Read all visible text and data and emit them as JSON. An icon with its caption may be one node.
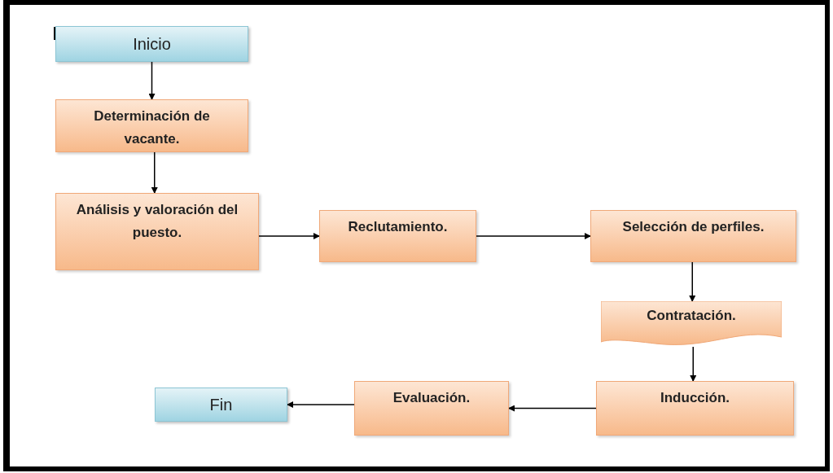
{
  "diagram": {
    "nodes": [
      {
        "text": [
          "Inicio"
        ]
      },
      {
        "text": [
          "Determinación de vacante."
        ]
      },
      {
        "text": [
          "Análisis y valoración del puesto."
        ]
      },
      {
        "text": [
          "Reclutamiento."
        ]
      },
      {
        "text": [
          "Selección de perfiles."
        ]
      },
      {
        "text": [
          "Contratación."
        ]
      },
      {
        "text": [
          "Inducción."
        ]
      },
      {
        "text": [
          "Evaluación."
        ]
      },
      {
        "text": [
          "Fin"
        ]
      }
    ],
    "edges": [
      {
        "from": 0,
        "to": 1,
        "arrow": "to"
      },
      {
        "from": 1,
        "to": 2,
        "arrow": "to"
      },
      {
        "from": 2,
        "to": 3,
        "arrow": "to"
      },
      {
        "from": 3,
        "to": 4,
        "arrow": "to"
      },
      {
        "from": 4,
        "to": 5,
        "arrow": "to"
      },
      {
        "from": 5,
        "to": 6,
        "arrow": "to"
      },
      {
        "from": 6,
        "to": 7,
        "arrow": "to"
      },
      {
        "from": 7,
        "to": 8,
        "arrow": "to"
      }
    ]
  }
}
